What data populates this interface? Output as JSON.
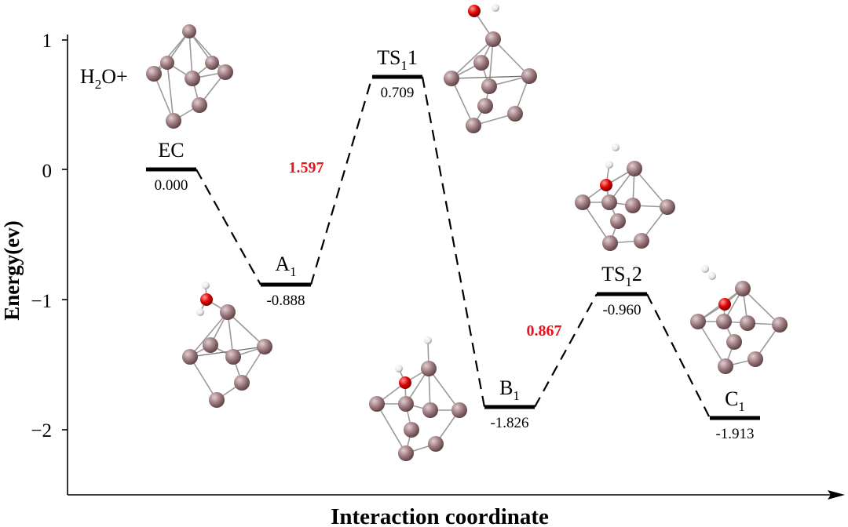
{
  "chart_data": {
    "type": "energy_profile",
    "y_axis": {
      "label": "Energy(ev)",
      "range": [
        -2.5,
        1.0
      ],
      "ticks": [
        {
          "value": 1,
          "label": "1"
        },
        {
          "value": 0,
          "label": "0"
        },
        {
          "value": -1,
          "label": "−1"
        },
        {
          "value": -2,
          "label": "−2"
        }
      ]
    },
    "x_axis": {
      "label": "Interaction coordinate"
    },
    "states": [
      {
        "name": "EC",
        "energy": 0.0,
        "energy_label": "0.000"
      },
      {
        "name": "A",
        "sub": "1",
        "suffix": "",
        "energy": -0.888,
        "energy_label": "-0.888"
      },
      {
        "name": "TS",
        "sub": "1",
        "suffix": "1",
        "energy": 0.709,
        "energy_label": "0.709"
      },
      {
        "name": "B",
        "sub": "1",
        "suffix": "",
        "energy": -1.826,
        "energy_label": "-1.826"
      },
      {
        "name": "TS",
        "sub": "1",
        "suffix": "2",
        "energy": -0.96,
        "energy_label": "-0.960"
      },
      {
        "name": "C",
        "sub": "1",
        "suffix": "",
        "energy": -1.913,
        "energy_label": "-1.913"
      }
    ],
    "barriers": [
      {
        "value": "1.597",
        "color": "#e8141c"
      },
      {
        "value": "0.867",
        "color": "#e8141c"
      }
    ],
    "reactant_label": {
      "pre": "H",
      "sub": "2",
      "post": "O+"
    }
  },
  "colors": {
    "atom_cluster": "#9c7a7e",
    "atom_oxygen": "#e00000",
    "atom_hydrogen": "#f0f0f0",
    "barrier_text": "#e8141c"
  }
}
